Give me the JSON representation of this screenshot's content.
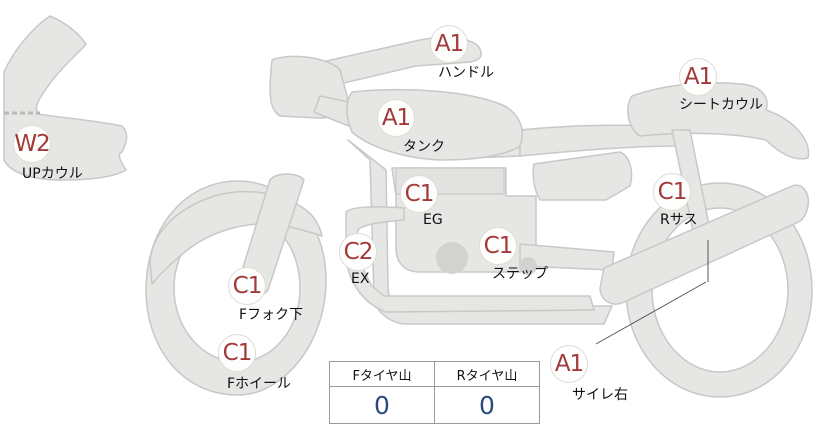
{
  "colors": {
    "fill": "#e6e6e4",
    "stroke": "#c8c8c6",
    "grade": "#a23a3a",
    "value": "#2d4a80"
  },
  "parts": [
    {
      "id": "handle",
      "grade": "A1",
      "label": "ハンドル"
    },
    {
      "id": "seat-cowl",
      "grade": "A1",
      "label": "シートカウル"
    },
    {
      "id": "tank",
      "grade": "A1",
      "label": "タンク"
    },
    {
      "id": "up-cowl",
      "grade": "W2",
      "label": "UPカウル"
    },
    {
      "id": "engine",
      "grade": "C1",
      "label": "EG"
    },
    {
      "id": "rear-sus",
      "grade": "C1",
      "label": "Rサス"
    },
    {
      "id": "step",
      "grade": "C1",
      "label": "ステップ"
    },
    {
      "id": "exhaust",
      "grade": "C2",
      "label": "EX"
    },
    {
      "id": "front-fork",
      "grade": "C1",
      "label": "Fフォク下"
    },
    {
      "id": "muffler",
      "grade": "A1",
      "label": "サイレ右"
    },
    {
      "id": "front-wheel",
      "grade": "C1",
      "label": "Fホイール"
    }
  ],
  "tread": {
    "front_label": "Fタイヤ山",
    "rear_label": "Rタイヤ山",
    "front_value": "0",
    "rear_value": "0"
  }
}
